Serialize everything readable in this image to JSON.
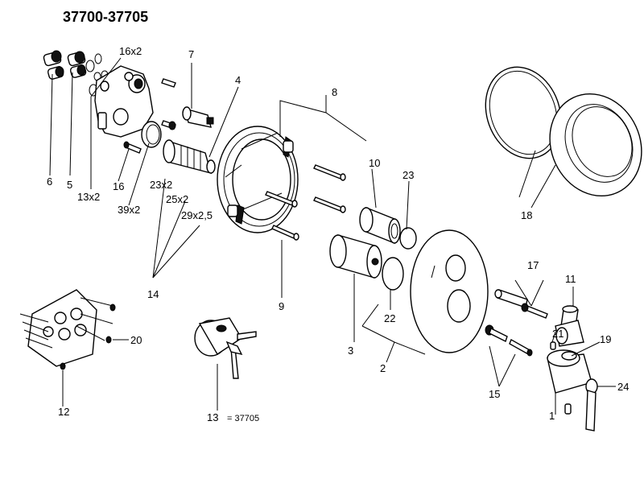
{
  "title": "37700-37705",
  "labels": {
    "p1": "1",
    "p2": "2",
    "p3": "3",
    "p4": "4",
    "p5": "5",
    "p6": "6",
    "p7": "7",
    "p8": "8",
    "p9": "9",
    "p10": "10",
    "p11": "11",
    "p12": "12",
    "p13": "13",
    "p13_note": "= 37705",
    "p14": "14",
    "p15": "15",
    "p16": "16",
    "p16x2": "16x2",
    "p17": "17",
    "p18": "18",
    "p19": "19",
    "p20": "20",
    "p21": "21",
    "p22": "22",
    "p23": "23",
    "p23x2": "23x2",
    "p24": "24",
    "p25x2": "25x2",
    "p29x2_5": "29x2,5",
    "p39x2": "39x2",
    "p13x2": "13x2"
  }
}
